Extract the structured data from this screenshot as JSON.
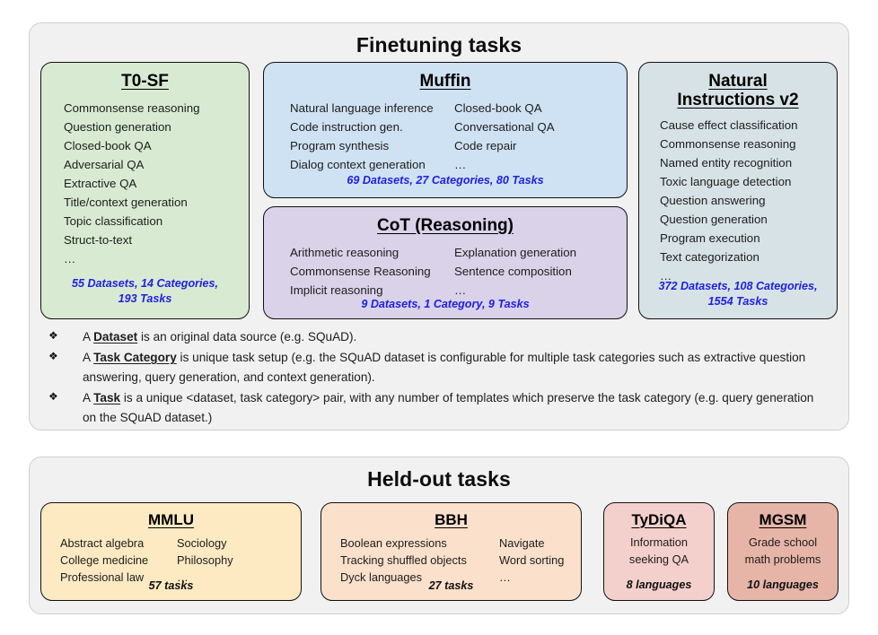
{
  "finetuning": {
    "title": "Finetuning tasks",
    "cards": [
      {
        "name": "T0-SF",
        "title": "T0-SF",
        "color": "#d9ead3",
        "items": [
          "Commonsense reasoning",
          "Question generation",
          "Closed-book QA",
          "Adversarial QA",
          "Extractive QA",
          "Title/context generation",
          "Topic classification",
          "Struct-to-text",
          "…"
        ],
        "stat_line1": "55 Datasets, 14 Categories,",
        "stat_line2": "193 Tasks"
      },
      {
        "name": "Muffin",
        "title": "Muffin",
        "color": "#cfe2f3",
        "items_left": [
          "Natural language inference",
          "Code instruction gen.",
          "Program synthesis",
          "Dialog context generation"
        ],
        "items_right": [
          "Closed-book QA",
          "Conversational QA",
          "Code repair",
          "…"
        ],
        "stat_line1": "69 Datasets, 27 Categories, 80 Tasks"
      },
      {
        "name": "CoT (Reasoning)",
        "title": "CoT (Reasoning)",
        "color": "#d9d2e9",
        "items_left": [
          "Arithmetic reasoning",
          "Commonsense Reasoning",
          "Implicit reasoning"
        ],
        "items_right": [
          "Explanation generation",
          "Sentence composition",
          "…"
        ],
        "stat_line1": "9 Datasets, 1 Category, 9 Tasks"
      },
      {
        "name": "Natural Instructions v2",
        "title_line1": "Natural",
        "title_line2": "Instructions v2",
        "color": "#d6e2e5",
        "items": [
          "Cause effect classification",
          "Commonsense reasoning",
          "Named entity recognition",
          "Toxic language detection",
          "Question answering",
          "Question generation",
          "Program execution",
          "Text categorization",
          "…"
        ],
        "stat_line1": "372 Datasets, 108 Categories,",
        "stat_line2": "1554 Tasks"
      }
    ],
    "definitions": {
      "bullet": "❖",
      "items": [
        {
          "pre": "A ",
          "term": "Dataset",
          "post": " is an original data source (e.g. SQuAD)."
        },
        {
          "pre": "A ",
          "term": "Task Category",
          "post": " is unique task setup (e.g. the SQuAD dataset is configurable for multiple task categories such as extractive question answering, query generation, and context generation)."
        },
        {
          "pre": "A ",
          "term": "Task",
          "post": " is a unique <dataset, task category> pair, with any number of templates which preserve the task category (e.g. query generation on the SQuAD dataset.)"
        }
      ]
    }
  },
  "heldout": {
    "title": "Held-out tasks",
    "cards": [
      {
        "name": "MMLU",
        "title": "MMLU",
        "color": "#fdeac3",
        "items_left": [
          "Abstract algebra",
          "College medicine",
          "Professional law"
        ],
        "items_right": [
          "Sociology",
          "Philosophy",
          "…"
        ],
        "stat": "57 tasks"
      },
      {
        "name": "BBH",
        "title": "BBH",
        "color": "#fbe0cb",
        "items_left": [
          "Boolean expressions",
          "Tracking shuffled objects",
          "Dyck languages"
        ],
        "items_right": [
          "Navigate",
          "Word sorting",
          "…"
        ],
        "stat": "27 tasks"
      },
      {
        "name": "TyDiQA",
        "title": "TyDiQA",
        "color": "#f4d0cc",
        "items": [
          "Information",
          "seeking QA"
        ],
        "stat": "8 languages"
      },
      {
        "name": "MGSM",
        "title": "MGSM",
        "color": "#e6b5a8",
        "items": [
          "Grade school",
          "math problems"
        ],
        "stat": "10 languages"
      }
    ]
  },
  "colors": {
    "panel_bg": "#f1f1f1",
    "panel_border": "#cfcfcf",
    "card_border": "#111111",
    "stat_blue": "#1f21e0",
    "text": "#1d1d1d"
  }
}
